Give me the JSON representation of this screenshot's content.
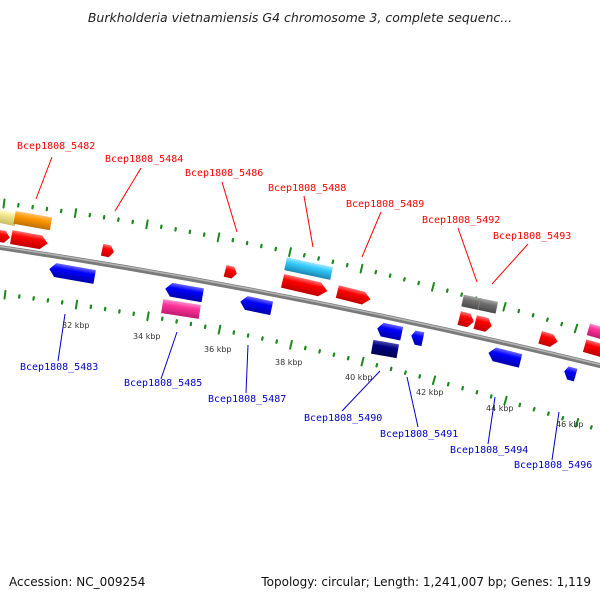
{
  "header": {
    "title": "Burkholderia vietnamiensis G4 chromosome 3, complete sequenc..."
  },
  "footer": {
    "accession": "Accession: NC_009254",
    "summary": "Topology: circular; Length: 1,241,007 bp; Genes: 1,119"
  },
  "colors": {
    "forward_label": "#ff0000",
    "reverse_label": "#0000cc",
    "backbone": "#888888",
    "tick": "#1a8a1a",
    "forward_cds": "#ff0000",
    "reverse_cds": "#0000ff",
    "orange": "#ff9900",
    "cyan": "#33ccff",
    "magenta": "#ff3399",
    "navy": "#000080",
    "gray": "#707070",
    "khaki": "#f0e68c"
  },
  "scale_labels": [
    "32 kbp",
    "34 kbp",
    "36 kbp",
    "38 kbp",
    "40 kbp",
    "42 kbp",
    "44 kbp",
    "46 kbp"
  ],
  "forward_labels": [
    {
      "text": "Bcep1808_5482"
    },
    {
      "text": "Bcep1808_5484"
    },
    {
      "text": "Bcep1808_5486"
    },
    {
      "text": "Bcep1808_5488"
    },
    {
      "text": "Bcep1808_5489"
    },
    {
      "text": "Bcep1808_5492"
    },
    {
      "text": "Bcep1808_5493"
    }
  ],
  "reverse_labels": [
    {
      "text": "Bcep1808_5483"
    },
    {
      "text": "Bcep1808_5485"
    },
    {
      "text": "Bcep1808_5487"
    },
    {
      "text": "Bcep1808_5490"
    },
    {
      "text": "Bcep1808_5491"
    },
    {
      "text": "Bcep1808_5494"
    },
    {
      "text": "Bcep1808_5496"
    }
  ]
}
